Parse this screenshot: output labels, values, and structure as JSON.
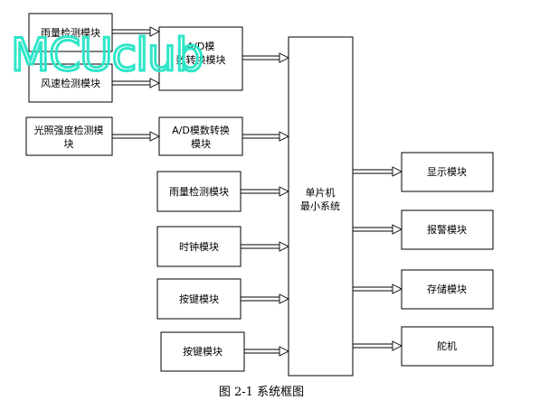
{
  "modules": {
    "rain_top": "雨量检测模块",
    "wind": "风速检测模块",
    "ad1": "A/D模数转换模块",
    "light": "光照强度检测模块",
    "ad2": "A/D模数转换模块",
    "rain": "雨量检测模块",
    "clock": "时钟模块",
    "key1": "按键模块",
    "key2": "按键模块",
    "mcu": "单片机最小系统",
    "display": "显示模块",
    "alarm": "报警模块",
    "storage": "存储模块",
    "servo": "舵机"
  },
  "watermark": "MCUclub",
  "caption": "图 2-1  系统框图"
}
